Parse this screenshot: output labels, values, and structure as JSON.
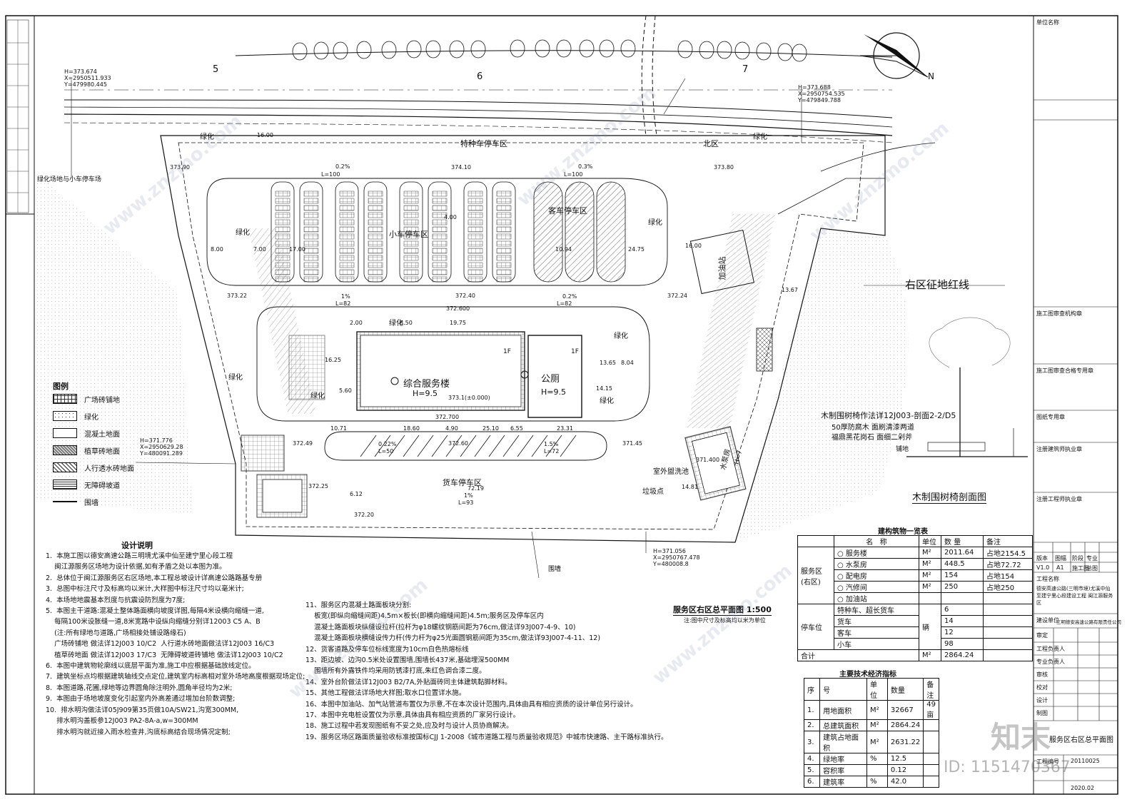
{
  "plan": {
    "north_label": "N",
    "chainage": [
      "5",
      "6",
      "7"
    ],
    "zones": {
      "special_parking": "特种车停车区",
      "north_zone": "北区",
      "bus_parking": "客车停车区",
      "car_parking": "小车停车区",
      "truck_parking": "货车停车区",
      "service_building": "综合服务楼",
      "service_building_h": "H=9.5",
      "toilet": "公厕",
      "toilet_h": "H=9.5",
      "gas_station": "加油站",
      "water_pump": "水泵房",
      "water_pump_h": "H=7",
      "car_wash": "室外盥洗池",
      "trash": "垃圾点",
      "boundary": "右区征地红线",
      "green_parking": "绿化场地与小车停车场",
      "enclosure": "围墙"
    },
    "green_labels": [
      "绿化",
      "绿化",
      "绿化",
      "绿化",
      "绿化",
      "绿化",
      "绿化",
      "绿化",
      "绿化"
    ],
    "coords": [
      {
        "h": "H=373.674",
        "x": "X=2950511.933",
        "y": "Y=479980.445"
      },
      {
        "h": "H=373.688",
        "x": "X=2950754.535",
        "y": "Y=479849.788"
      },
      {
        "h": "H=371.776",
        "x": "X=2950629.28",
        "y": "Y=480091.289"
      },
      {
        "h": "H=371.056",
        "x": "X=2950767.478",
        "y": "Y=480008.8"
      }
    ],
    "elevations": [
      "373.90",
      "374.10",
      "373.80",
      "373.22",
      "372.40",
      "372.24",
      "372.600",
      "373.1(±0.000)",
      "372.49",
      "372.60",
      "371.45",
      "372.25",
      "372.20",
      "372.700",
      "371.400"
    ],
    "slopes": [
      "0.2%",
      "L=100",
      "0.3%",
      "L=100",
      "1%",
      "L=82",
      "0.2%",
      "L=82",
      "0.22%",
      "L=50",
      "1.5%",
      "L=72",
      "1%",
      "L=93"
    ],
    "dims": [
      "16.00",
      "17.00",
      "7.00",
      "8.00",
      "4.00",
      "24.75",
      "10.94",
      "16.00",
      "13.67",
      "19.75",
      "8.50",
      "2.00",
      "16.25",
      "5.60",
      "10.71",
      "18.60",
      "4.90",
      "25.10",
      "6.55",
      "23.31",
      "6.12",
      "72.19",
      "14.81",
      "13.65",
      "8.04",
      "14.15",
      "1F",
      "1F"
    ]
  },
  "legend": {
    "title": "图例",
    "items": [
      "广场砖铺地",
      "绿化",
      "混凝土地面",
      "植草砖地面",
      "人行透水砖地面",
      "无障碍坡道",
      "围墙"
    ]
  },
  "notes": {
    "title": "设计说明",
    "lines": [
      "1.  本施工图以德安高速公路三明境尤溪中仙至建宁里心段工程",
      "    闽江源服务区场地为设计依据,如有矛盾之处以本图为准。",
      "2.  总体位于闽江源服务区右区场地,本工程总坡设计详高速公路路基专册",
      "3.  总图中标注尺寸及标高均以米计,大样图中标注尺寸均以毫米计;",
      "4.  本场地地震基本烈度与抗震设防烈度为7度;",
      "5.  本图主干道路:混凝土整体路面横向坡度详图,每隔4米设横向缩缝一道,",
      "    每隔100米设胀缝一道,8米宽路中设纵向缩缝分别详12003 C5 A、B",
      "    (注:所有绿地与道路,广场相接处铺设路缘石)",
      "    广场砖铺地 做法详12J003 10/C2  人行道水砖地面做法详12J003 16/C3",
      "    植草砖地面 做法详12J003 17/C3  无障碍坡道砖铺地 做法详12J003 10/C2",
      "6.  本图中建筑物轮廓线以底层平面为准,施工中应根据基础放线定位。",
      "7.  建筑坐标点均根据建筑轴线交点定位,建筑室内标高相对室外场地高度根据现场定位;",
      "8.  本图道路,花圃,绿地等边界圆角除注明外,圆角半径均为2米;",
      "9.  本图由于场地坡度变化引起室内外高差通过增加台阶数调整;",
      "10.  排水明沟做法详05J909第35页做10A/SW21,沟宽300MM,",
      "     排水明沟盖板参12J003 PA2-8A-a,w=300MM",
      "     排水明沟就近接入雨水检查井,沟底标高结合现场情况定制;"
    ],
    "lines2": [
      "11、服务区内混凝土路面板块分割:",
      "    板宽(即纵向缩缝间距)4.5m×板长(即横向缩缝间距)4.5m;服务区及停车区内",
      "    混凝土路面板块纵缝设拉杆(拉杆为φ18螺纹钢筋间距为76cm,做法详93J007-4-9、10)",
      "    混凝土路面板块横缝设传力杆(传力杆为φ25光面圆钢筋间距为35cm,做法详93J007-4-11、12)",
      "12、货客道路及停车位标线宽度为10cm白色热熔标线",
      "13、距边坡、边沟0.5米处设置围墙,围墙长437米,基础埋深500MM",
      "    围墙所有外露铁件均采用防锈漆打底,朱红色调合漆二度。",
      "14、室外台阶做法详12J003 B2/7A,外贴面砖同主体建筑黏脚材料。",
      "15、其他工程做法详场地大样图;取水口位置详水施。",
      "16、本图中加油站、加气站管道布置仅为示意,不在本次设计范围内,具体由具有相应资质的设计单位另行设计。",
      "17、本图中充电桩设置仅为示意,具体由具有相应资质的厂家另行设计。",
      "18、施工过程中若发现图纸有不妥之处,应及时与设计人员协商解决。",
      "19、服务区场区路面质量验收标准按国标CJJ 1-2008《城市道路工程与质量验收规范》中城市快速路、主干路标准执行。"
    ]
  },
  "plan_title": {
    "main": "服务区右区总平面图  1:500",
    "sub": "注:图中尺寸及标高均以米为单位"
  },
  "bench_section": {
    "title": "木制围树椅剖面图",
    "note1": "木制围树椅作法详12J003-剖面2-2/D5",
    "note2": "50厚防腐木 面刷清漆两道",
    "note3": "福鼎黑花岗石 面细二剁斧",
    "label": "铺地"
  },
  "buildings_table": {
    "title": "建构筑物一览表",
    "headers": [
      "名",
      "称",
      "数  量",
      "单位",
      "备注"
    ],
    "group_label": "服务区(右区)",
    "rows": [
      {
        "name": "服务楼",
        "unit": "M²",
        "qty": "2011.64",
        "note": "占地2154.5"
      },
      {
        "name": "水泵房",
        "unit": "M²",
        "qty": "448.5",
        "note": "占地72.72"
      },
      {
        "name": "配电房",
        "unit": "M²",
        "qty": "154",
        "note": "占地154"
      },
      {
        "name": "汽修间",
        "unit": "M²",
        "qty": "250",
        "note": "占地250"
      },
      {
        "name": "加油站",
        "unit": "",
        "qty": "",
        "note": ""
      }
    ],
    "parking_label": "停车位",
    "parking_unit": "辆",
    "parking": [
      {
        "name": "特种车、超长货车",
        "qty": "6"
      },
      {
        "name": "货车",
        "qty": "14"
      },
      {
        "name": "客车",
        "qty": "12"
      },
      {
        "name": "小车",
        "qty": "98"
      }
    ],
    "total_label": "合计",
    "total_unit": "M²",
    "total_qty": "2864.24"
  },
  "econ_table": {
    "title": "主要技术经济指标",
    "headers": [
      "序",
      "号",
      "单位",
      "数量",
      "备注"
    ],
    "rows": [
      {
        "no": "1.",
        "name": "用地面积",
        "unit": "M²",
        "qty": "32667",
        "note": "49亩"
      },
      {
        "no": "2.",
        "name": "总建筑面积",
        "unit": "M²",
        "qty": "2864.24",
        "note": ""
      },
      {
        "no": "3.",
        "name": "建筑占地面积",
        "unit": "M²",
        "qty": "2631.22",
        "note": ""
      },
      {
        "no": "4.",
        "name": "绿地率",
        "unit": "%",
        "qty": "12.5",
        "note": ""
      },
      {
        "no": "5.",
        "name": "容积率",
        "unit": "",
        "qty": "0.12",
        "note": ""
      },
      {
        "no": "6.",
        "name": "建筑率",
        "unit": "%",
        "qty": "42.0",
        "note": ""
      }
    ]
  },
  "title_block": {
    "unit_label": "单位名称",
    "stamp_labels": [
      "施工图审查机构章",
      "施工图审查合格专用章",
      "图纸专用章",
      "注册建筑师执业章",
      "注册工程师执业章"
    ],
    "revision_headers": [
      "版本",
      "图幅",
      "阶段",
      "专业"
    ],
    "revision_values": [
      "V1.0",
      "A1",
      "施工图",
      "总图"
    ],
    "project_label": "工程名称",
    "project_name": "德安高速公路(三明市境)尤溪中仙至建宁里心段建设工程 闽江源服务区",
    "client_label": "建设单位",
    "client_name": "三明德安高速公路有限责任公司",
    "roles": [
      "审定",
      "工程负责人",
      "专业负责人",
      "审核",
      "校对",
      "设计",
      "制图"
    ],
    "drawing_name": "服务区右区总平面图",
    "project_no_label": "工程编号",
    "project_no": "20110025",
    "date": "2020.02"
  },
  "watermark": {
    "brand": "知末",
    "id": "ID: 1151470367",
    "site": "www.znzmo.com"
  }
}
